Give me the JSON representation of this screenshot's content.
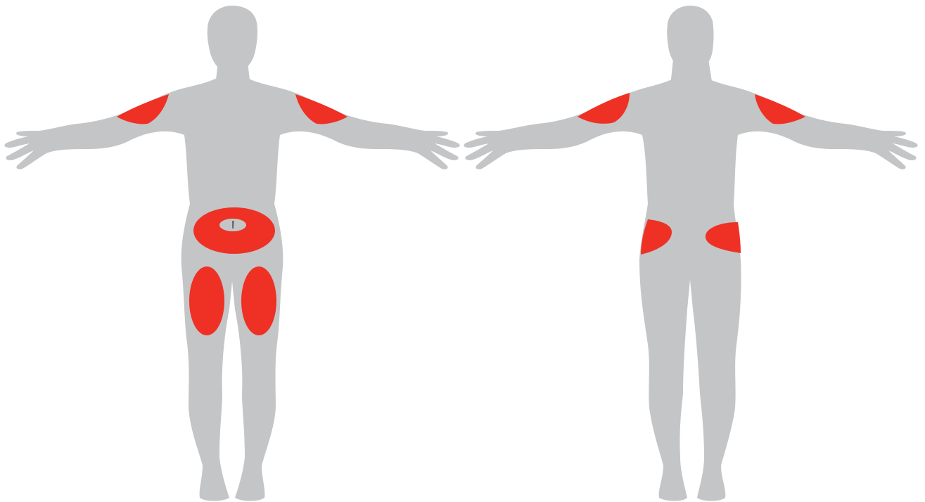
{
  "colors": {
    "body": "#c4c5c7",
    "injection_site": "#ee3124",
    "navel": "#6d6e71",
    "background": "#ffffff"
  },
  "figures": [
    {
      "view": "front",
      "highlighted_sites": [
        "left-upper-arm",
        "right-upper-arm",
        "abdomen",
        "left-thigh",
        "right-thigh"
      ]
    },
    {
      "view": "back",
      "highlighted_sites": [
        "left-upper-arm",
        "right-upper-arm",
        "left-buttock",
        "right-buttock"
      ]
    }
  ]
}
